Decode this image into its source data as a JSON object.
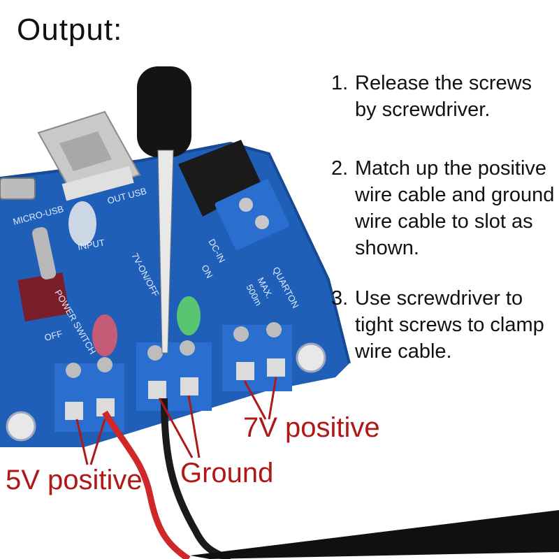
{
  "title": "Output:",
  "steps": [
    {
      "number": "1.",
      "text": "Release the screws by screwdriver."
    },
    {
      "number": "2.",
      "text": "Match up the positive wire cable and ground wire cable to slot as shown."
    },
    {
      "number": "3.",
      "text": "Use screwdriver to tight screws to clamp wire cable."
    }
  ],
  "labels": {
    "positive_5v": "5V positive",
    "ground": "Ground",
    "positive_7v": "7V positive"
  },
  "board_silkscreen": {
    "brand": "QUARTON",
    "switch_label": "POWER SWITCH",
    "off_label": "OFF",
    "input_label": "INPUT",
    "micro_usb_label": "MICRO-USB",
    "out_usb_label": "OUT USB",
    "mode_label": "7V-ON/OFF",
    "on_label": "ON",
    "dc_in_label": "DC-IN",
    "max_label": "MAX.",
    "current_label": "500m"
  },
  "colors": {
    "board": "#1f5fb8",
    "terminal": "#2a6fd0",
    "label_red": "#b01818"
  }
}
